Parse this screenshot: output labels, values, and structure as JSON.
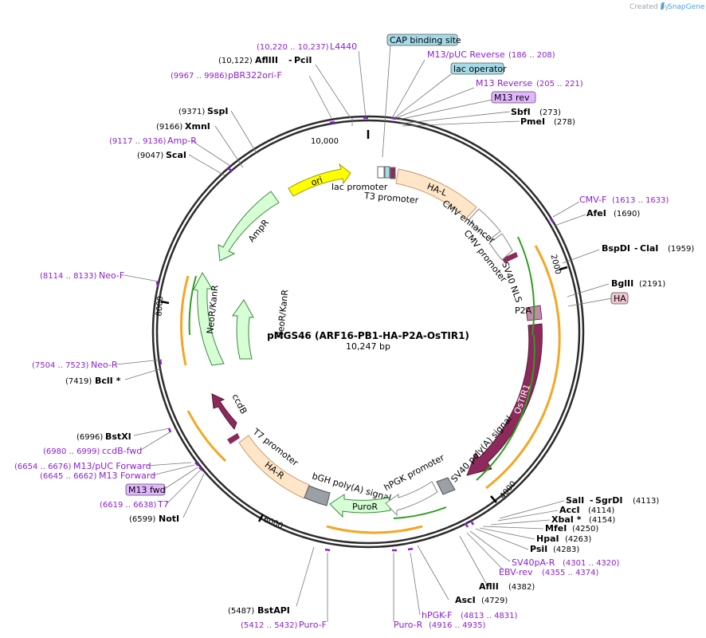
{
  "credit": {
    "prefix": "Created by",
    "brand": "SnapGene"
  },
  "plasmid": {
    "name": "pMGS46 (ARF16-PB1-HA-P2A-OsTIR1)",
    "size_label": "10,247 bp"
  },
  "ticks": [
    "10,000",
    "2000",
    "4000",
    "6000",
    "8000"
  ],
  "sites": [
    {
      "name": "AflIII",
      "name2": "PciI",
      "coord": "(10,122)"
    },
    {
      "name": "SspI",
      "coord": "(9371)"
    },
    {
      "name": "XmnI",
      "coord": "(9166)"
    },
    {
      "name": "ScaI",
      "coord": "(9047)"
    },
    {
      "name": "SbfI",
      "coord": "(273)"
    },
    {
      "name": "PmeI",
      "coord": "(278)"
    },
    {
      "name": "AfeI",
      "coord": "(1690)"
    },
    {
      "name": "BspDI",
      "name2": "ClaI",
      "coord": "(1959)"
    },
    {
      "name": "BglII",
      "coord": "(2191)"
    },
    {
      "name": "BclI *",
      "coord": "(7419)"
    },
    {
      "name": "BstXI",
      "coord": "(6996)"
    },
    {
      "name": "NotI",
      "coord": "(6599)"
    },
    {
      "name": "SalI",
      "name2": "SgrDI",
      "coord": "(4113)"
    },
    {
      "name": "AccI",
      "coord": "(4114)"
    },
    {
      "name": "XbaI *",
      "coord": "(4154)"
    },
    {
      "name": "MfeI",
      "coord": "(4250)"
    },
    {
      "name": "HpaI",
      "coord": "(4263)"
    },
    {
      "name": "PsiI",
      "coord": "(4283)"
    },
    {
      "name": "AflII",
      "coord": "(4382)"
    },
    {
      "name": "AscI",
      "coord": "(4729)"
    },
    {
      "name": "BstAPI",
      "coord": "(5487)"
    }
  ],
  "primers": [
    {
      "name": "L4440",
      "coord": "(10,220 .. 10,237)"
    },
    {
      "name": "pBR322ori-F",
      "coord": "(9967 .. 9986)"
    },
    {
      "name": "Amp-R",
      "coord": "(9117 .. 9136)"
    },
    {
      "name": "M13/pUC Reverse",
      "coord": "(186 .. 208)"
    },
    {
      "name": "M13 Reverse",
      "coord": "(205 .. 221)"
    },
    {
      "name": "CMV-F",
      "coord": "(1613 .. 1633)"
    },
    {
      "name": "Neo-F",
      "coord": "(8114 .. 8133)"
    },
    {
      "name": "Neo-R",
      "coord": "(7504 .. 7523)"
    },
    {
      "name": "ccdB-fwd",
      "coord": "(6980 .. 6999)"
    },
    {
      "name": "M13/pUC Forward",
      "coord": "(6654 .. 6676)"
    },
    {
      "name": "M13 Forward",
      "coord": "(6645 .. 6662)"
    },
    {
      "name": "T7",
      "coord": "(6619 .. 6638)"
    },
    {
      "name": "SV40pA-R",
      "coord": "(4301 .. 4320)"
    },
    {
      "name": "EBV-rev",
      "coord": "(4355 .. 4374)"
    },
    {
      "name": "hPGK-F",
      "coord": "(4813 .. 4831)"
    },
    {
      "name": "Puro-R",
      "coord": "(4916 .. 4935)"
    },
    {
      "name": "Puro-F",
      "coord": "(5412 .. 5432)"
    }
  ],
  "boxed_labels": {
    "cap": "CAP binding site",
    "lac_op": "lac operator",
    "m13rev": "M13 rev",
    "ha": "HA",
    "m13fwd": "M13 fwd"
  },
  "features": {
    "ori": "ori",
    "ampr": "AmpR",
    "neo1": "NeoR/KanR",
    "neo2": "NeoR/KanR",
    "ccdb": "ccdB",
    "hal": "HA-L",
    "har": "HA-R",
    "puror": "PuroR",
    "ostir1": "OsTIR1",
    "lac_promoter": "lac promoter",
    "t3_promoter": "T3 promoter",
    "cmv_enhancer": "CMV enhancer",
    "cmv_promoter": "CMV promoter",
    "sv40_nls": "SV40 NLS",
    "p2a": "P2A",
    "sv40_polya": "SV40 poly(A) signal",
    "hpgk_promoter": "hPGK promoter",
    "bgh_polya": "bGH poly(A) signal",
    "t7_promoter": "T7 promoter"
  },
  "colors": {
    "backbone": "#2b2b2b",
    "primer": "#8b1fd1",
    "marker": "#d6ffd6",
    "ori": "#ffff00",
    "homology": "#ffe6c8",
    "ostir": "#8c2a5b",
    "grey": "#9aa0a6",
    "orange": "#f5a623",
    "green": "#2e9e1f",
    "box_blue": "#a5dbe8",
    "box_violet": "#e2b6ff",
    "box_pink": "#f2c6d0"
  }
}
